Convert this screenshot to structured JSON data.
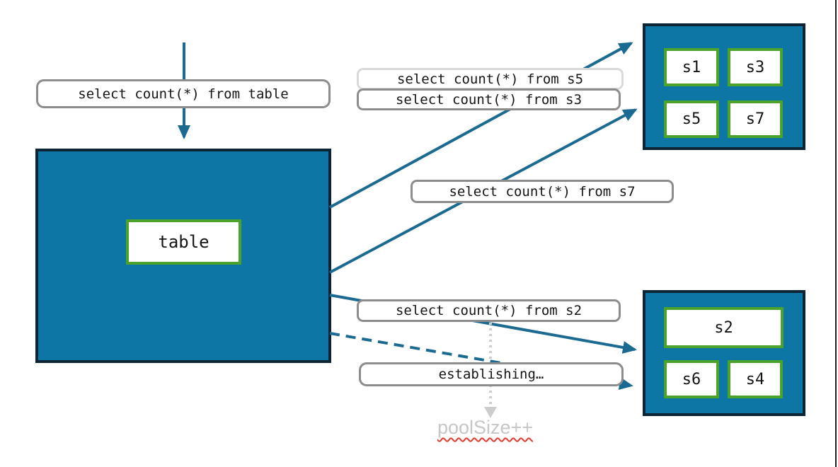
{
  "diagram": {
    "source_node": {
      "label": "table"
    },
    "queries": {
      "table": "select count(*) from table",
      "s5": "select count(*) from s5",
      "s3": "select count(*) from s3",
      "s7": "select count(*) from s7",
      "s2": "select count(*) from s2",
      "establishing": "establishing…",
      "pool_size": "poolSize++"
    },
    "pools": {
      "top": {
        "shards": [
          "s1",
          "s3",
          "s5",
          "s7"
        ]
      },
      "bottom": {
        "shards": [
          "s2",
          "s6",
          "s4"
        ]
      }
    }
  },
  "colors": {
    "node_fill": "#0d76a4",
    "node_border": "#0c2433",
    "shard_border": "#4ba32c",
    "arrow": "#1b6a91",
    "label_border": "#8c8c8c",
    "label_border_light": "#d9d9d9",
    "muted_text": "#c6c6c6",
    "muted_arrow": "#cccccc",
    "squiggle": "#e23b2e"
  }
}
